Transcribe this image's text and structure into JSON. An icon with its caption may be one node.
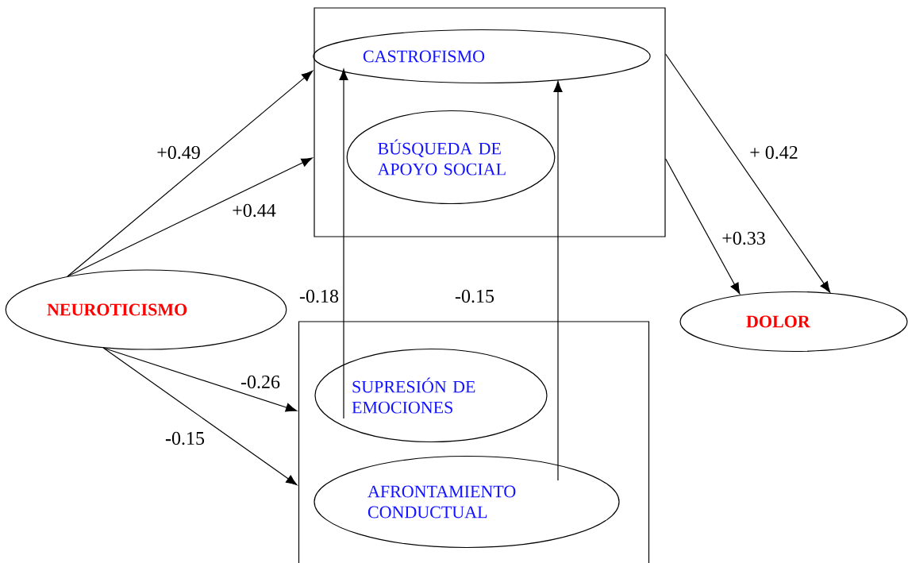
{
  "diagram": {
    "nodes": [
      {
        "text": [],
        "shape": "box"
      },
      {
        "text": [
          "CASTROFISMO"
        ],
        "in": 0
      },
      {
        "text": [
          "BÚSQUEDA DE APOYO SOCIAL"
        ],
        "in": 0
      },
      {
        "text": [
          "NEUROTICISMO"
        ]
      },
      {
        "text": [
          "DOLOR"
        ]
      },
      {
        "text": [],
        "shape": "box"
      },
      {
        "text": [
          "SUPRESIÓN DE EMOCIONES"
        ],
        "in": 5
      },
      {
        "text": [
          "AFRONTAMIENTO CONDUCTUAL"
        ],
        "in": 5
      }
    ],
    "edges": [
      {
        "from": 3,
        "to": 0,
        "arrow": "to",
        "label": "+0.49"
      },
      {
        "from": 3,
        "to": 0,
        "arrow": "to",
        "label": "+0.44"
      },
      {
        "from": 3,
        "to": 5,
        "arrow": "to",
        "label": "-0.26"
      },
      {
        "from": 3,
        "to": 5,
        "arrow": "to",
        "label": "**-**0.15"
      },
      {
        "from": 6,
        "to": 1,
        "arrow": "to",
        "label": "-0.18"
      },
      {
        "from": 7,
        "to": 1,
        "arrow": "to",
        "label": "-0.15"
      },
      {
        "from": 0,
        "to": 4,
        "arrow": "to",
        "label": "+ 0.42"
      },
      {
        "from": 0,
        "to": 4,
        "arrow": "to",
        "label": "+0.33"
      }
    ]
  }
}
